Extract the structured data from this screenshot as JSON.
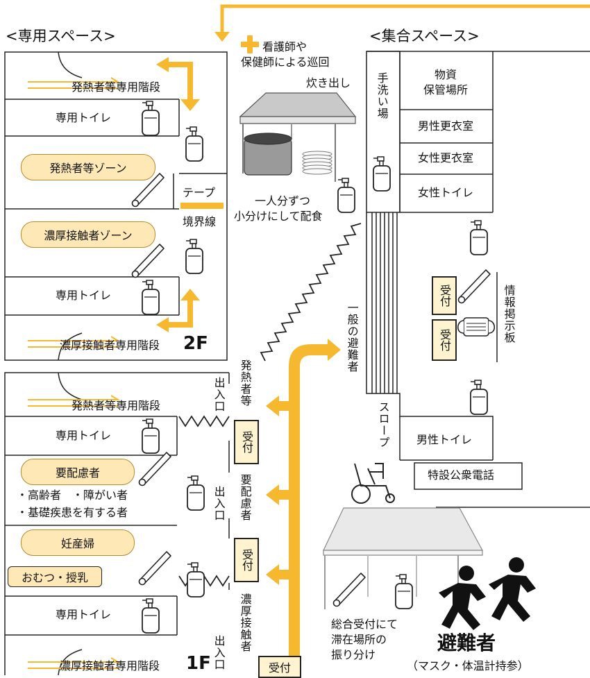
{
  "left_header": "<専用スペース>",
  "right_header": "<集合スペース>",
  "floor2": {
    "floor_label": "2F",
    "stairs_fever": "発熱者等専用階段",
    "toilet_top": "専用トイレ",
    "zone_fever": "発熱者等ゾーン",
    "zone_contact": "濃厚接触者ゾーン",
    "toilet_bottom": "専用トイレ",
    "stairs_contact": "濃厚接触者専用階段",
    "tape_label": "テープ",
    "boundary_label": "境界線"
  },
  "floor1": {
    "floor_label": "1F",
    "stairs_fever": "発熱者等専用階段",
    "toilet_top": "専用トイレ",
    "care_needed": "要配慮者",
    "care_list_line1": "・高齢者　・障がい者",
    "care_list_line2": "・基礎疾患を有する者",
    "pregnant": "妊産婦",
    "diaper": "おむつ・授乳",
    "toilet_bottom": "専用トイレ",
    "stairs_contact": "濃厚接触者専用階段"
  },
  "center": {
    "nurse_line1": "看護師や",
    "nurse_line2": "保健師による巡回",
    "cooking": "炊き出し",
    "serving_line1": "一人分ずつ",
    "serving_line2": "小分けにして配食",
    "general_evacuees": "一般の避難者",
    "entrance": "出入口",
    "fever_group": "発熱者等",
    "care_group": "要配慮者",
    "contact_group": "濃厚接触者",
    "reception": "受付",
    "intake_line1": "総合受付にて",
    "intake_line2": "滞在場所の",
    "intake_line3": "振り分け",
    "evacuee": "避難者",
    "evacuee_note": "（マスク・体温計持参）"
  },
  "right": {
    "handwash": "手洗い場",
    "supplies_line1": "物資",
    "supplies_line2": "保管場所",
    "men_changing": "男性更衣室",
    "women_changing": "女性更衣室",
    "women_toilet": "女性トイレ",
    "info_board": "情報掲示板",
    "reception": "受付",
    "slope": "スロープ",
    "men_toilet": "男性トイレ",
    "public_phone": "特設公衆電話"
  },
  "colors": {
    "arrow": "#f5b82e",
    "pill_fill": "#fde8b6",
    "cross": "#f5b82e",
    "tape": "#f5b82e"
  }
}
